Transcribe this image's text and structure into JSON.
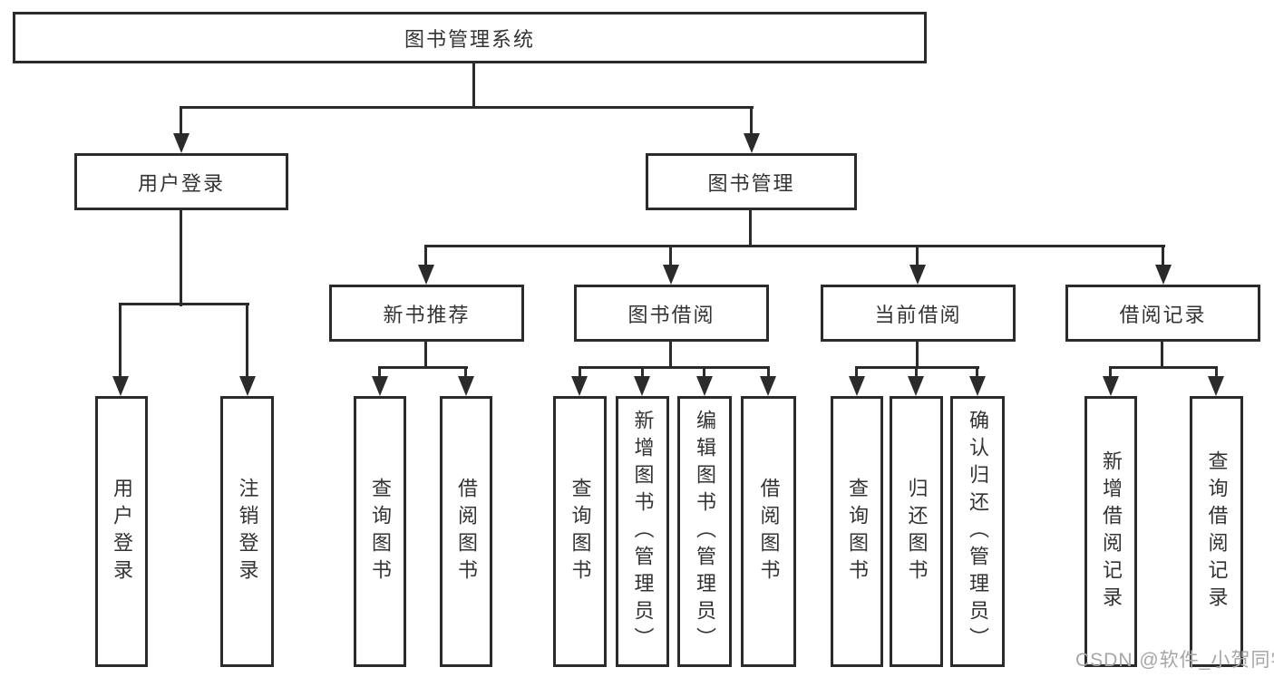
{
  "tree": {
    "root": "图书管理系统",
    "branches": [
      {
        "label": "用户登录",
        "children": [
          "用户登录",
          "注销登录"
        ]
      },
      {
        "label": "图书管理",
        "children": [
          {
            "label": "新书推荐",
            "children": [
              "查询图书",
              "借阅图书"
            ]
          },
          {
            "label": "图书借阅",
            "children": [
              "查询图书",
              "新增图书（管理员）",
              "编辑图书（管理员）",
              "借阅图书"
            ]
          },
          {
            "label": "当前借阅",
            "children": [
              "查询图书",
              "归还图书",
              "确认归还（管理员）"
            ]
          },
          {
            "label": "借阅记录",
            "children": [
              "新增借阅记录",
              "查询借阅记录"
            ]
          }
        ]
      }
    ]
  },
  "colors": {
    "line": "#2b2b2b",
    "watermark_text": "#a6a6a6"
  },
  "watermark": "CSDN @软件_小贺同学"
}
